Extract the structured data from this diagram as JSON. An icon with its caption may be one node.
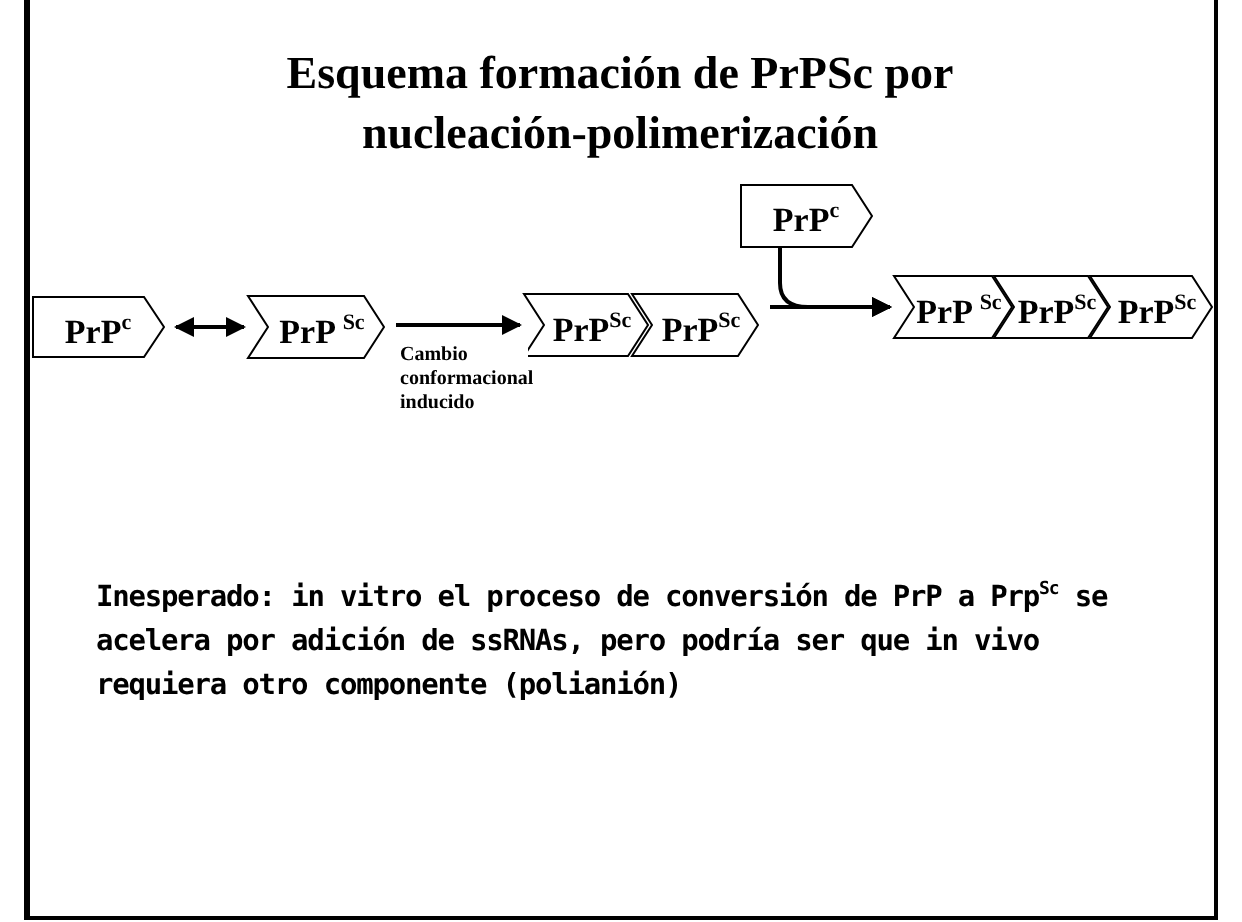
{
  "diagram": {
    "title": "Esquema formación de PrPSc por nucleación-polimerización",
    "nodes": [
      {
        "text": [
          "PrP$^{c}$"
        ]
      },
      {
        "text": [
          "PrP $^{Sc}$"
        ]
      },
      {
        "text": [
          "PrP$^{Sc}$"
        ]
      },
      {
        "text": [
          "PrP$^{Sc}$"
        ]
      },
      {
        "text": [
          "PrP$^{c}$"
        ]
      },
      {
        "text": [
          "PrP $^{Sc}$"
        ]
      },
      {
        "text": [
          "PrP$^{Sc}$"
        ]
      },
      {
        "text": [
          "PrP$^{Sc}$"
        ]
      }
    ],
    "edges": [
      {
        "from": 0,
        "to": 1,
        "arrow": "both"
      },
      {
        "from": 1,
        "to": 2,
        "arrow": "to",
        "label": "Cambio conformacional inducido"
      },
      {
        "from": 3,
        "to": 5,
        "arrow": "to"
      },
      {
        "from": 4,
        "to": 5,
        "arrow": "to"
      }
    ],
    "labels": [
      "**Inesperado:** in vitro el proceso de conversión de PrP a Prp$^{Sc}$ se acelera por adición de ssRNAs, pero podría ser que in vivo requiera otro componente (polianión)"
    ]
  }
}
